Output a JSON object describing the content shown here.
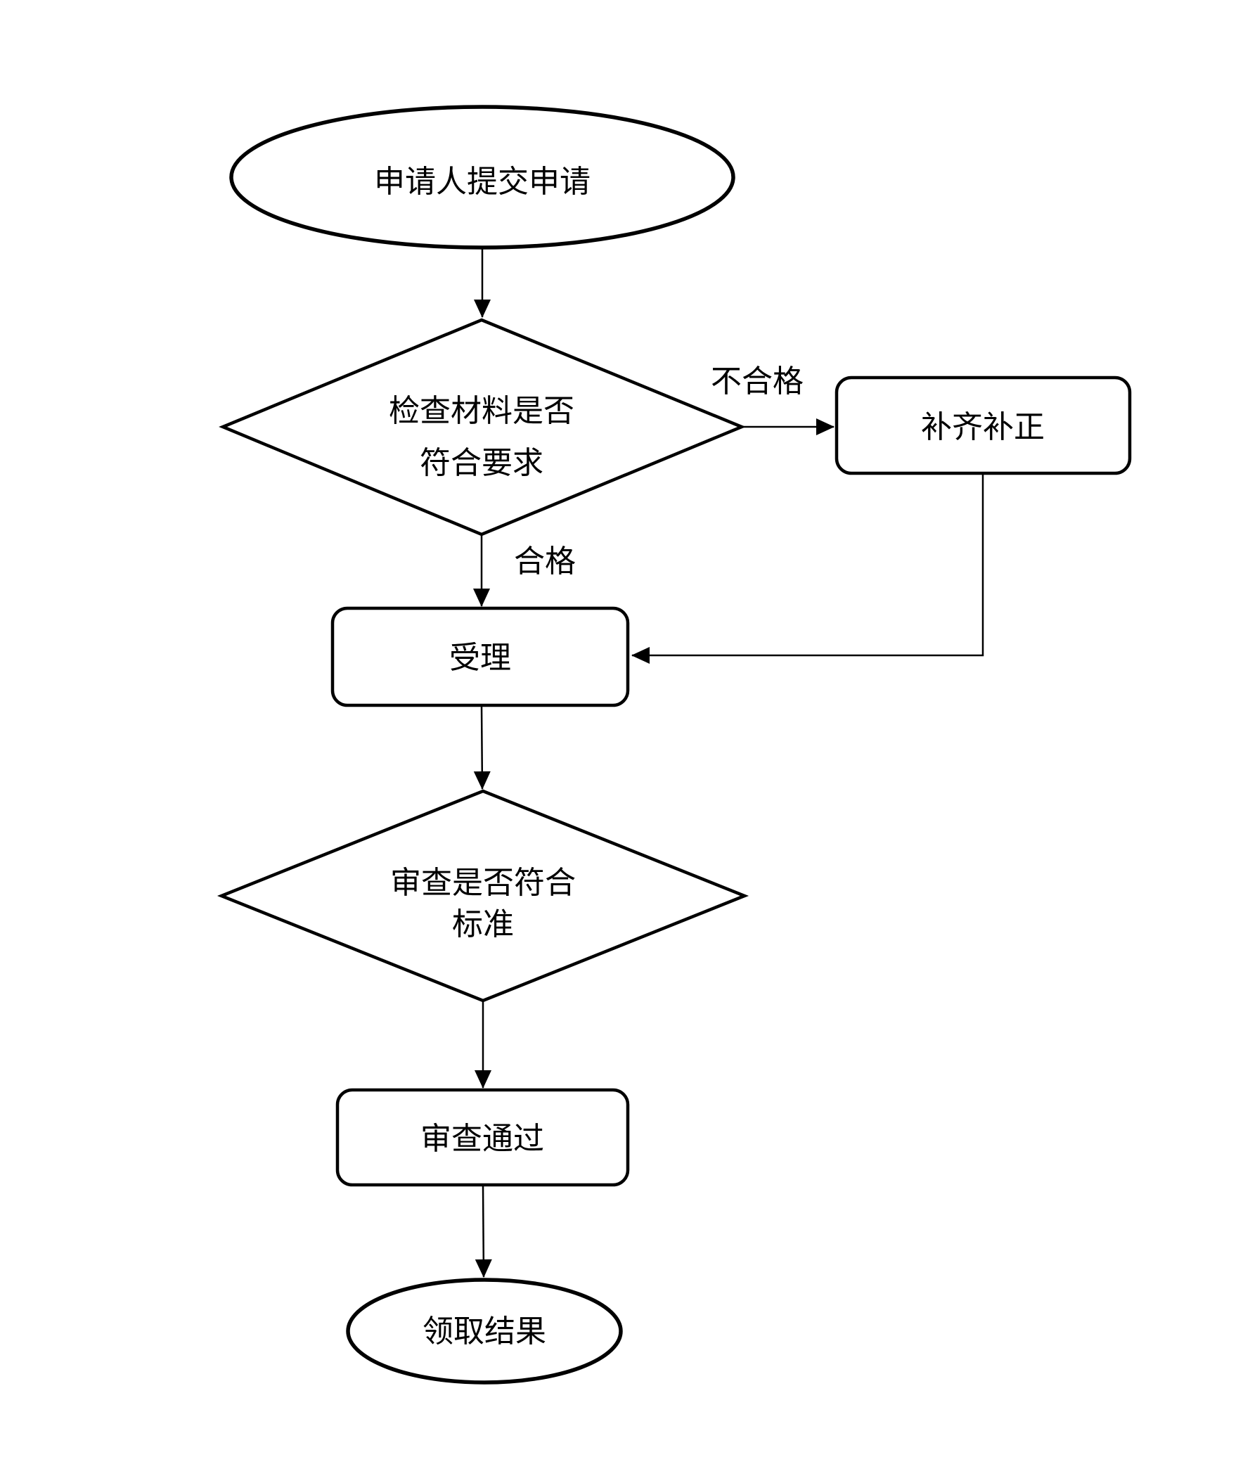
{
  "flowchart": {
    "colors": {
      "stroke": "#000000",
      "shape_fill": "#ffffff",
      "text": "#000000",
      "background": "#ffffff"
    },
    "nodes": {
      "start": {
        "type": "terminator",
        "label": "申请人提交申请"
      },
      "check_materials": {
        "type": "decision",
        "label_line1": "检查材料是否",
        "label_line2": "符合要求"
      },
      "supplement": {
        "type": "process",
        "label": "补齐补正"
      },
      "accept": {
        "type": "process",
        "label": "受理"
      },
      "review": {
        "type": "decision",
        "label_line1": "审查是否符合",
        "label_line2": "标准"
      },
      "review_pass": {
        "type": "process",
        "label": "审查通过"
      },
      "result": {
        "type": "terminator",
        "label": "领取结果"
      }
    },
    "edge_labels": {
      "fail": "不合格",
      "pass": "合格"
    }
  }
}
